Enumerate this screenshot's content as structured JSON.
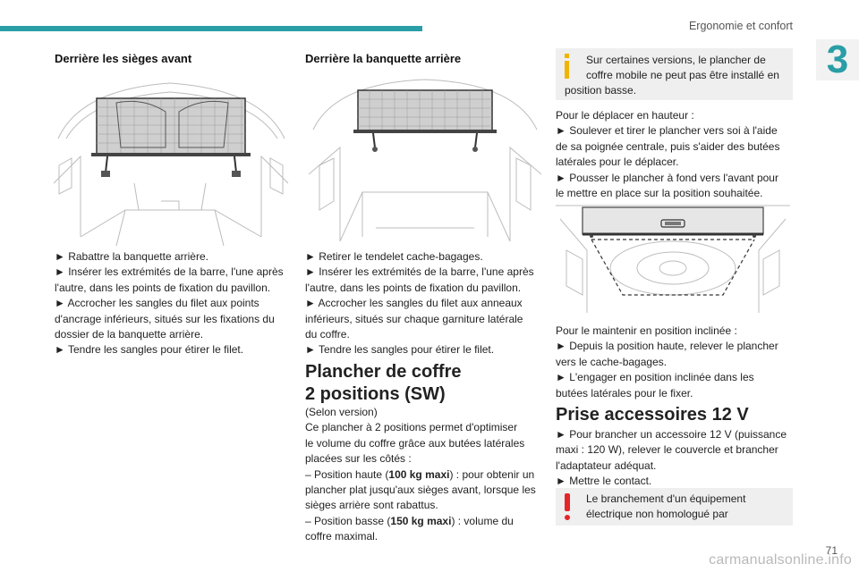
{
  "header": {
    "title": "Ergonomie et confort",
    "chapter": "3"
  },
  "col1": {
    "heading": "Derrière les sièges avant",
    "lines": [
      "► Rabattre la banquette arrière.",
      "► Insérer les extrémités de la barre, l'une après",
      "l'autre, dans les points de fixation du pavillon.",
      "► Accrocher les sangles du filet aux points",
      "d'ancrage inférieurs, situés sur les fixations du",
      "dossier de la banquette arrière.",
      "► Tendre les sangles pour étirer le filet."
    ]
  },
  "col2": {
    "heading": "Derrière la banquette arrière",
    "lines": [
      "► Retirer le tendelet cache-bagages.",
      "► Insérer les extrémités de la barre, l'une après",
      "l'autre, dans les points de fixation du pavillon.",
      "► Accrocher les sangles du filet aux anneaux",
      "inférieurs, situés sur chaque garniture latérale",
      "du coffre.",
      "► Tendre les sangles pour étirer le filet."
    ],
    "section_title_1": "Plancher de coffre",
    "section_title_2": "2 positions (SW)",
    "intro_lines": [
      "(Selon version)",
      "Ce plancher à 2 positions permet d'optimiser",
      "le volume du coffre grâce aux butées latérales",
      "placées sur les côtés :"
    ],
    "pos_high_pre": "– Position haute (",
    "pos_high_bold": "100 kg maxi",
    "pos_high_post": ") : pour obtenir un",
    "pos_high_lines": [
      "plancher plat jusqu'aux sièges avant, lorsque les",
      "sièges arrière sont rabattus."
    ],
    "pos_low_pre": "– Position basse (",
    "pos_low_bold": "150 kg maxi",
    "pos_low_post": ") : volume du",
    "pos_low_line2": "coffre maximal."
  },
  "col3": {
    "info_lines": [
      "Sur certaines versions, le plancher de",
      "coffre mobile ne peut pas être installé en",
      "position basse."
    ],
    "move_lines": [
      "Pour le déplacer en hauteur :",
      "► Soulever et tirer le plancher vers soi à l'aide",
      "de sa poignée centrale, puis s'aider des butées",
      "latérales pour le déplacer.",
      "► Pousser le plancher à fond vers l'avant pour",
      "le mettre en place sur la position souhaitée."
    ],
    "incline_lines": [
      "Pour le maintenir en position inclinée :",
      "► Depuis la position haute, relever le plancher",
      "vers le cache-bagages.",
      "► L'engager en position inclinée dans les",
      "butées latérales pour le fixer."
    ],
    "section_title": "Prise accessoires 12 V",
    "plug_lines": [
      "► Pour brancher un accessoire 12 V (puissance",
      "maxi : 120 W), relever le couvercle et brancher",
      "l'adaptateur adéquat.",
      "► Mettre le contact."
    ],
    "warn_lines": [
      "Le branchement d'un équipement",
      "électrique non homologué par"
    ]
  },
  "footer": {
    "page": "71",
    "watermark": "carmanualsonline.info"
  }
}
